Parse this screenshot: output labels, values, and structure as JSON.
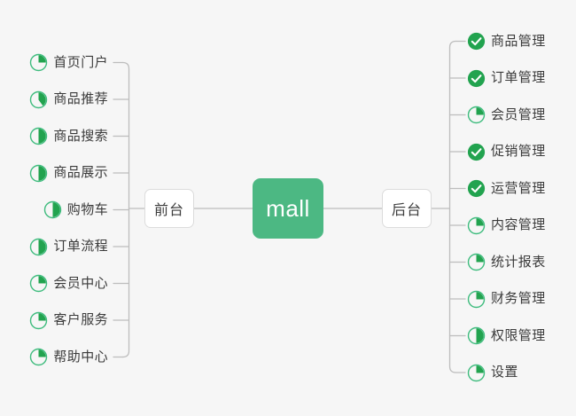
{
  "diagram": {
    "title": "mall",
    "background_color": "#f6f6f6",
    "accent_color": "#4cb883",
    "done_color": "#22a34f",
    "line_color": "#bdbdbd",
    "text_color": "#3b3b3b"
  },
  "root": {
    "label": "mall"
  },
  "branches": [
    {
      "label": "前台",
      "side": "left"
    },
    {
      "label": "后台",
      "side": "right"
    }
  ],
  "frontend": {
    "label": "前台",
    "items": [
      {
        "label": "首页门户",
        "icon": "pie-quarter-icon",
        "progress": 25,
        "status": "in-progress"
      },
      {
        "label": "商品推荐",
        "icon": "pie-40-icon",
        "progress": 40,
        "status": "in-progress"
      },
      {
        "label": "商品搜索",
        "icon": "pie-half-icon",
        "progress": 50,
        "status": "in-progress"
      },
      {
        "label": "商品展示",
        "icon": "pie-half-icon",
        "progress": 50,
        "status": "in-progress"
      },
      {
        "label": "购物车",
        "icon": "pie-half-icon",
        "progress": 50,
        "status": "in-progress"
      },
      {
        "label": "订单流程",
        "icon": "pie-half-icon",
        "progress": 50,
        "status": "in-progress"
      },
      {
        "label": "会员中心",
        "icon": "pie-quarter-icon",
        "progress": 25,
        "status": "in-progress"
      },
      {
        "label": "客户服务",
        "icon": "pie-quarter-icon",
        "progress": 25,
        "status": "in-progress"
      },
      {
        "label": "帮助中心",
        "icon": "pie-quarter-icon",
        "progress": 25,
        "status": "in-progress"
      }
    ]
  },
  "backend": {
    "label": "后台",
    "items": [
      {
        "label": "商品管理",
        "icon": "check-circle-icon",
        "progress": 100,
        "status": "done"
      },
      {
        "label": "订单管理",
        "icon": "check-circle-icon",
        "progress": 100,
        "status": "done"
      },
      {
        "label": "会员管理",
        "icon": "pie-quarter-icon",
        "progress": 25,
        "status": "in-progress"
      },
      {
        "label": "促销管理",
        "icon": "check-circle-icon",
        "progress": 100,
        "status": "done"
      },
      {
        "label": "运营管理",
        "icon": "check-circle-icon",
        "progress": 100,
        "status": "done"
      },
      {
        "label": "内容管理",
        "icon": "pie-quarter-icon",
        "progress": 25,
        "status": "in-progress"
      },
      {
        "label": "统计报表",
        "icon": "pie-quarter-icon",
        "progress": 25,
        "status": "in-progress"
      },
      {
        "label": "财务管理",
        "icon": "pie-quarter-icon",
        "progress": 25,
        "status": "in-progress"
      },
      {
        "label": "权限管理",
        "icon": "pie-half-icon",
        "progress": 50,
        "status": "in-progress"
      },
      {
        "label": "设置",
        "icon": "pie-quarter-icon",
        "progress": 25,
        "status": "in-progress"
      }
    ]
  }
}
